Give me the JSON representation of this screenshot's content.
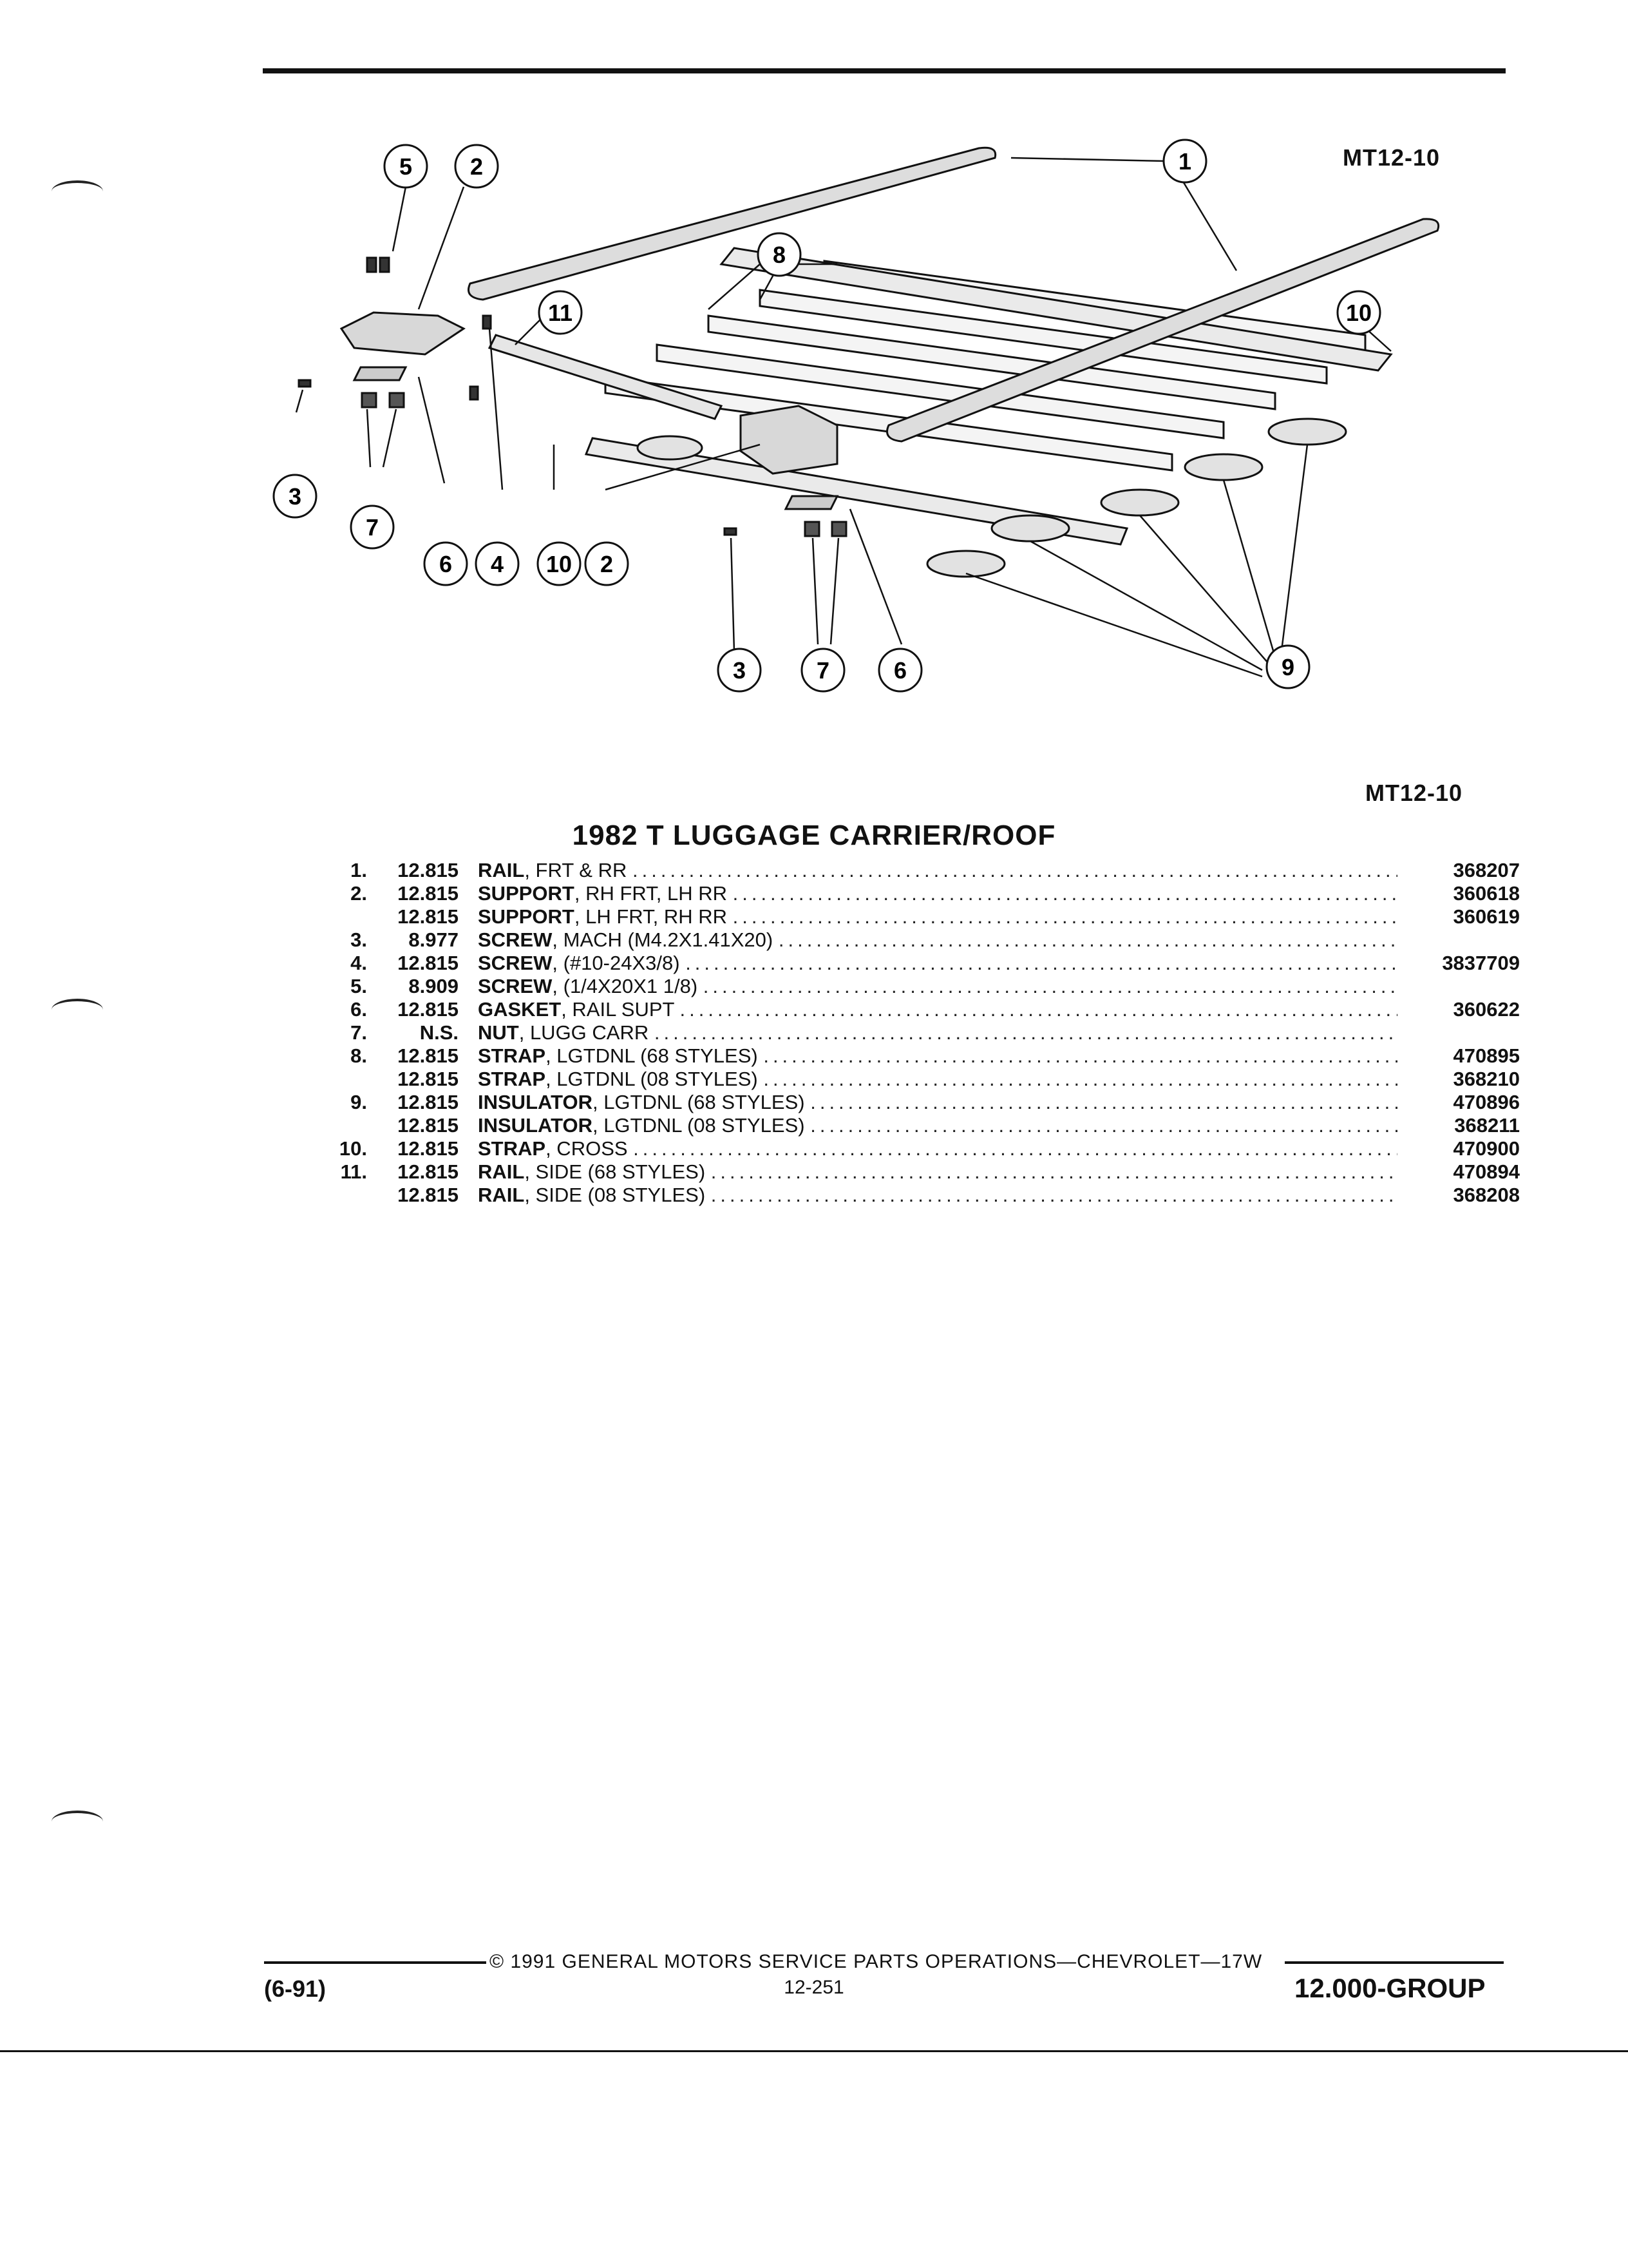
{
  "figure": {
    "code": "MT12-10",
    "callouts": [
      "1",
      "2",
      "3",
      "4",
      "5",
      "6",
      "7",
      "8",
      "9",
      "10",
      "11"
    ]
  },
  "title": "1982 T LUGGAGE CARRIER/ROOF",
  "parts": [
    {
      "num": "1.",
      "group": "12.815",
      "name": "RAIL",
      "spec": ", FRT & RR",
      "part": "368207"
    },
    {
      "num": "2.",
      "group": "12.815",
      "name": "SUPPORT",
      "spec": ", RH FRT, LH RR",
      "part": "360618"
    },
    {
      "num": "",
      "group": "12.815",
      "name": "SUPPORT",
      "spec": ", LH FRT, RH RR",
      "part": "360619"
    },
    {
      "num": "3.",
      "group": "8.977",
      "name": "SCREW",
      "spec": ", MACH (M4.2X1.41X20)",
      "part": ""
    },
    {
      "num": "4.",
      "group": "12.815",
      "name": "SCREW",
      "spec": ", (#10-24X3/8)",
      "part": "3837709"
    },
    {
      "num": "5.",
      "group": "8.909",
      "name": "SCREW",
      "spec": ", (1/4X20X1 1/8)",
      "part": ""
    },
    {
      "num": "6.",
      "group": "12.815",
      "name": "GASKET",
      "spec": ", RAIL SUPT",
      "part": "360622"
    },
    {
      "num": "7.",
      "group": "N.S.",
      "name": "NUT",
      "spec": ", LUGG CARR",
      "part": ""
    },
    {
      "num": "8.",
      "group": "12.815",
      "name": "STRAP",
      "spec": ", LGTDNL (68 STYLES)",
      "part": "470895"
    },
    {
      "num": "",
      "group": "12.815",
      "name": "STRAP",
      "spec": ", LGTDNL (08 STYLES)",
      "part": "368210"
    },
    {
      "num": "9.",
      "group": "12.815",
      "name": "INSULATOR",
      "spec": ", LGTDNL (68 STYLES)",
      "part": "470896"
    },
    {
      "num": "",
      "group": "12.815",
      "name": "INSULATOR",
      "spec": ", LGTDNL (08 STYLES)",
      "part": "368211"
    },
    {
      "num": "10.",
      "group": "12.815",
      "name": "STRAP",
      "spec": ", CROSS",
      "part": "470900"
    },
    {
      "num": "11.",
      "group": "12.815",
      "name": "RAIL",
      "spec": ", SIDE (68 STYLES)",
      "part": "470894"
    },
    {
      "num": "",
      "group": "12.815",
      "name": "RAIL",
      "spec": ", SIDE (08 STYLES)",
      "part": "368208"
    }
  ],
  "footer": {
    "copyright": "© 1991 GENERAL MOTORS SERVICE PARTS OPERATIONS—CHEVROLET—17W",
    "date": "(6-91)",
    "page": "12-251",
    "group": "12.000-GROUP"
  }
}
